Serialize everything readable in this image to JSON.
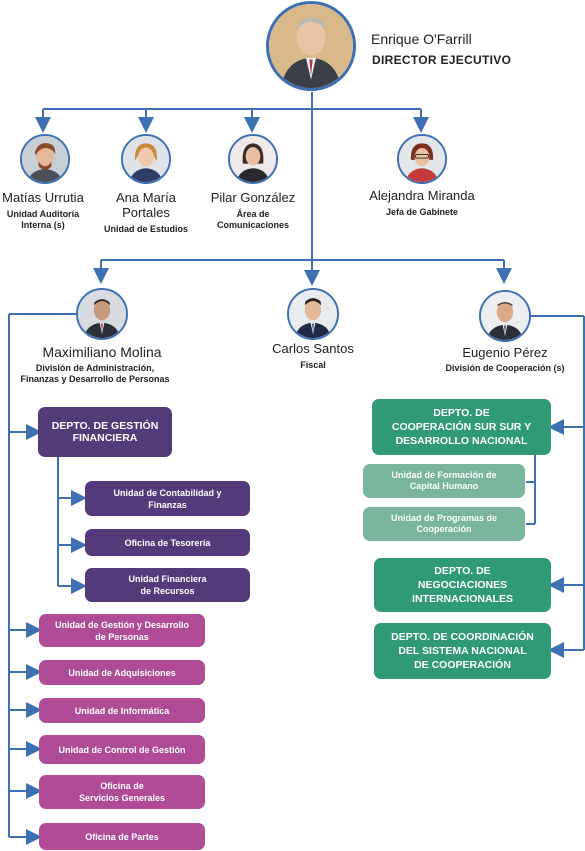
{
  "director": {
    "name": "Enrique O'Farrill",
    "role": "DIRECTOR EJECUTIVO"
  },
  "staff": [
    {
      "name": "Matías Urrutia",
      "role": "Unidad Auditoría\nInterna (s)"
    },
    {
      "name": "Ana María\nPortales",
      "role": "Unidad de Estudios"
    },
    {
      "name": "Pilar González",
      "role": "Área de\nComunicaciones"
    },
    {
      "name": "Alejandra Miranda",
      "role": "Jefa de Gabinete"
    }
  ],
  "heads": [
    {
      "name": "Maximiliano Molina",
      "role": "División de Administración,\nFinanzas y Desarrollo de Personas"
    },
    {
      "name": "Carlos Santos",
      "role": "Fiscal"
    },
    {
      "name": "Eugenio Pérez",
      "role": "División de Cooperación (s)"
    }
  ],
  "admin": {
    "dept": "DEPTO. DE GESTIÓN\nFINANCIERA",
    "dept_units": [
      "Unidad de Contabilidad y\nFinanzas",
      "Oficina de Tesorería",
      "Unidad Financiera\nde Recursos"
    ],
    "units": [
      "Unidad de Gestión y Desarrollo\nde Personas",
      "Unidad de Adquisiciones",
      "Unidad de Informática",
      "Unidad de Control de Gestión",
      "Oficina de\nServicios Generales",
      "Oficina de Partes"
    ]
  },
  "coop": {
    "dept1": "DEPTO.  DE\nCOOPERACIÓN SUR SUR Y\nDESARROLLO NACIONAL",
    "dept1_units": [
      "Unidad de Formación de\nCapital Humano",
      "Unidad de Programas de\nCooperación"
    ],
    "dept2": "DEPTO. DE\nNEGOCIACIONES\nINTERNACIONALES",
    "dept3": "DEPTO. DE COORDINACIÓN\nDEL SISTEMA NACIONAL\nDE COOPERACIÓN"
  },
  "colors": {
    "line": "#3d6fb3",
    "dark_purple": "#533b79",
    "magenta": "#b04b97",
    "green": "#2f9a73",
    "light_green": "#79b49c"
  }
}
